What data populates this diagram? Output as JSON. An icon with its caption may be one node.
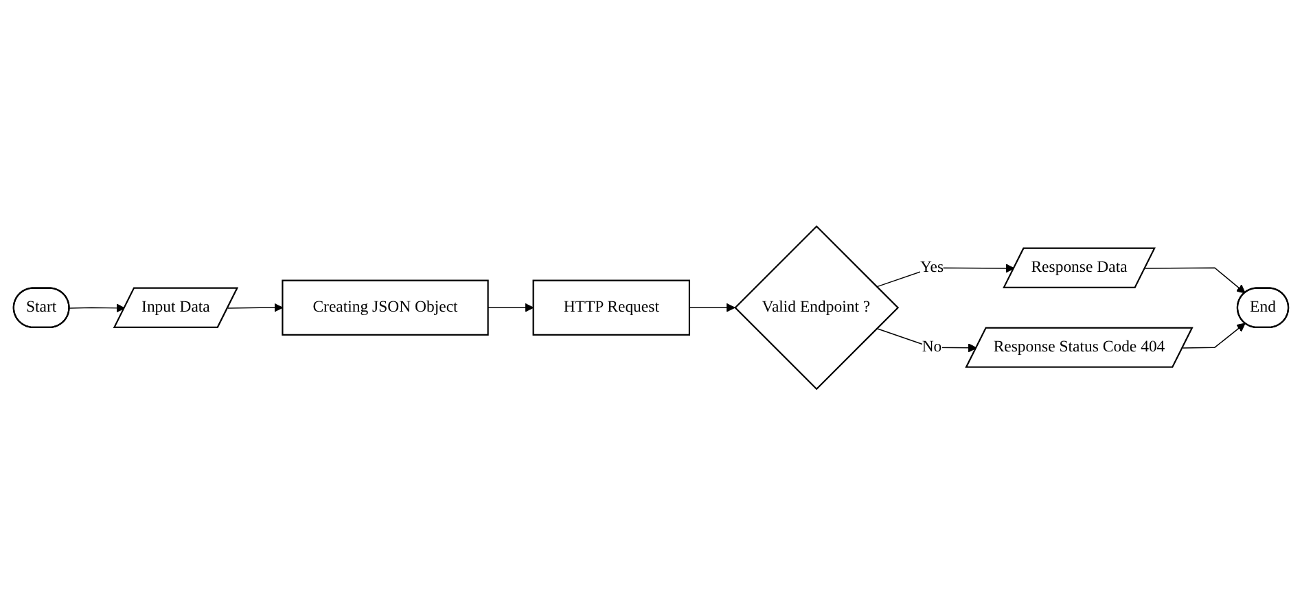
{
  "diagram": {
    "nodes": [
      {
        "text": [
          "Start"
        ]
      },
      {
        "text": [
          "Input Data"
        ]
      },
      {
        "text": [
          "Creating JSON Object"
        ]
      },
      {
        "text": [
          "HTTP Request"
        ]
      },
      {
        "text": [
          "Valid Endpoint ?"
        ]
      },
      {
        "text": [
          "Response Data"
        ]
      },
      {
        "text": [
          "Response Status Code 404"
        ]
      },
      {
        "text": [
          "End"
        ]
      }
    ],
    "edges": [
      {
        "from": 0,
        "to": 1,
        "arrow": "to"
      },
      {
        "from": 1,
        "to": 2,
        "arrow": "to"
      },
      {
        "from": 2,
        "to": 3,
        "arrow": "to"
      },
      {
        "from": 3,
        "to": 4,
        "arrow": "to"
      },
      {
        "from": 4,
        "to": 5,
        "arrow": "to",
        "label": "Yes"
      },
      {
        "from": 4,
        "to": 6,
        "arrow": "to",
        "label": "No"
      },
      {
        "from": 5,
        "to": 7,
        "arrow": "to"
      },
      {
        "from": 6,
        "to": 7,
        "arrow": "to"
      }
    ]
  }
}
